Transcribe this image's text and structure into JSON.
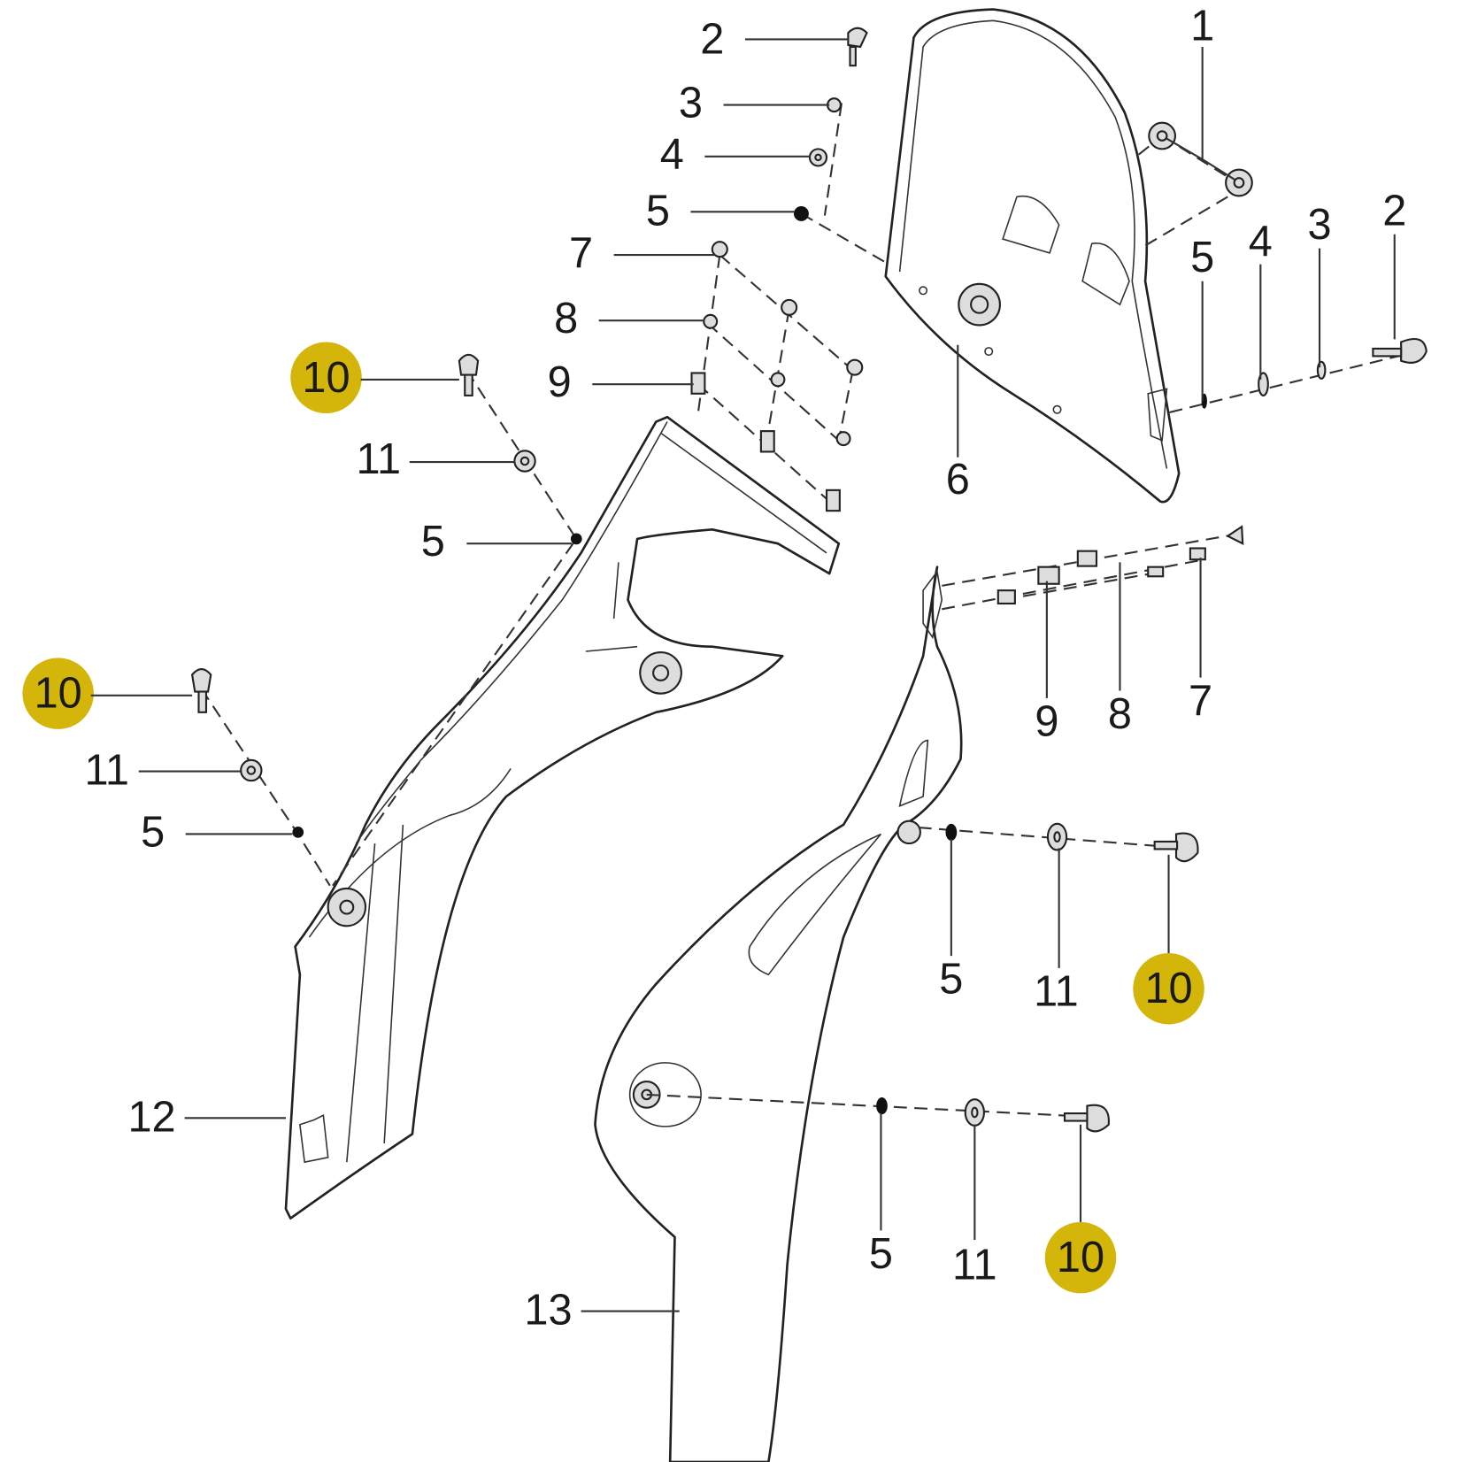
{
  "diagram": {
    "type": "exploded-parts-diagram",
    "highlight_color": "#d4b50a"
  },
  "callouts": [
    {
      "label": "1",
      "highlighted": false
    },
    {
      "label": "2",
      "highlighted": false
    },
    {
      "label": "3",
      "highlighted": false
    },
    {
      "label": "4",
      "highlighted": false
    },
    {
      "label": "5",
      "highlighted": false
    },
    {
      "label": "7",
      "highlighted": false
    },
    {
      "label": "8",
      "highlighted": false
    },
    {
      "label": "9",
      "highlighted": false
    },
    {
      "label": "10",
      "highlighted": true
    },
    {
      "label": "11",
      "highlighted": false
    },
    {
      "label": "5",
      "highlighted": false
    },
    {
      "label": "10",
      "highlighted": true
    },
    {
      "label": "11",
      "highlighted": false
    },
    {
      "label": "5",
      "highlighted": false
    },
    {
      "label": "6",
      "highlighted": false
    },
    {
      "label": "12",
      "highlighted": false
    },
    {
      "label": "13",
      "highlighted": false
    },
    {
      "label": "5",
      "highlighted": false
    },
    {
      "label": "4",
      "highlighted": false
    },
    {
      "label": "3",
      "highlighted": false
    },
    {
      "label": "2",
      "highlighted": false
    },
    {
      "label": "9",
      "highlighted": false
    },
    {
      "label": "8",
      "highlighted": false
    },
    {
      "label": "7",
      "highlighted": false
    },
    {
      "label": "5",
      "highlighted": false
    },
    {
      "label": "11",
      "highlighted": false
    },
    {
      "label": "10",
      "highlighted": true
    },
    {
      "label": "5",
      "highlighted": false
    },
    {
      "label": "11",
      "highlighted": false
    },
    {
      "label": "10",
      "highlighted": true
    }
  ]
}
